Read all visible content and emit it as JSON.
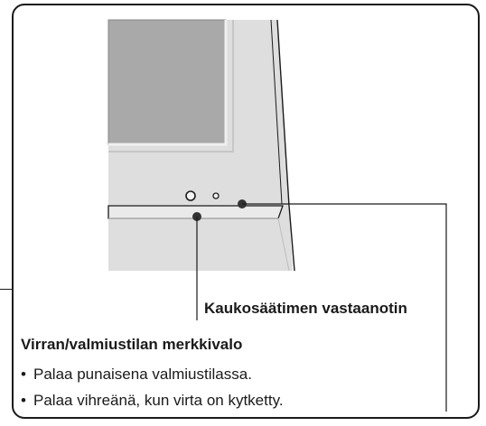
{
  "remote_sensor": {
    "label": "Kaukosäätimen vastaanotin"
  },
  "power_indicator": {
    "title": "Virran/valmiustilan merkkivalo",
    "bullet_symbol": "•",
    "items": [
      "Palaa punaisena valmiustilassa.",
      "Palaa vihreänä, kun virta on kytketty."
    ]
  }
}
